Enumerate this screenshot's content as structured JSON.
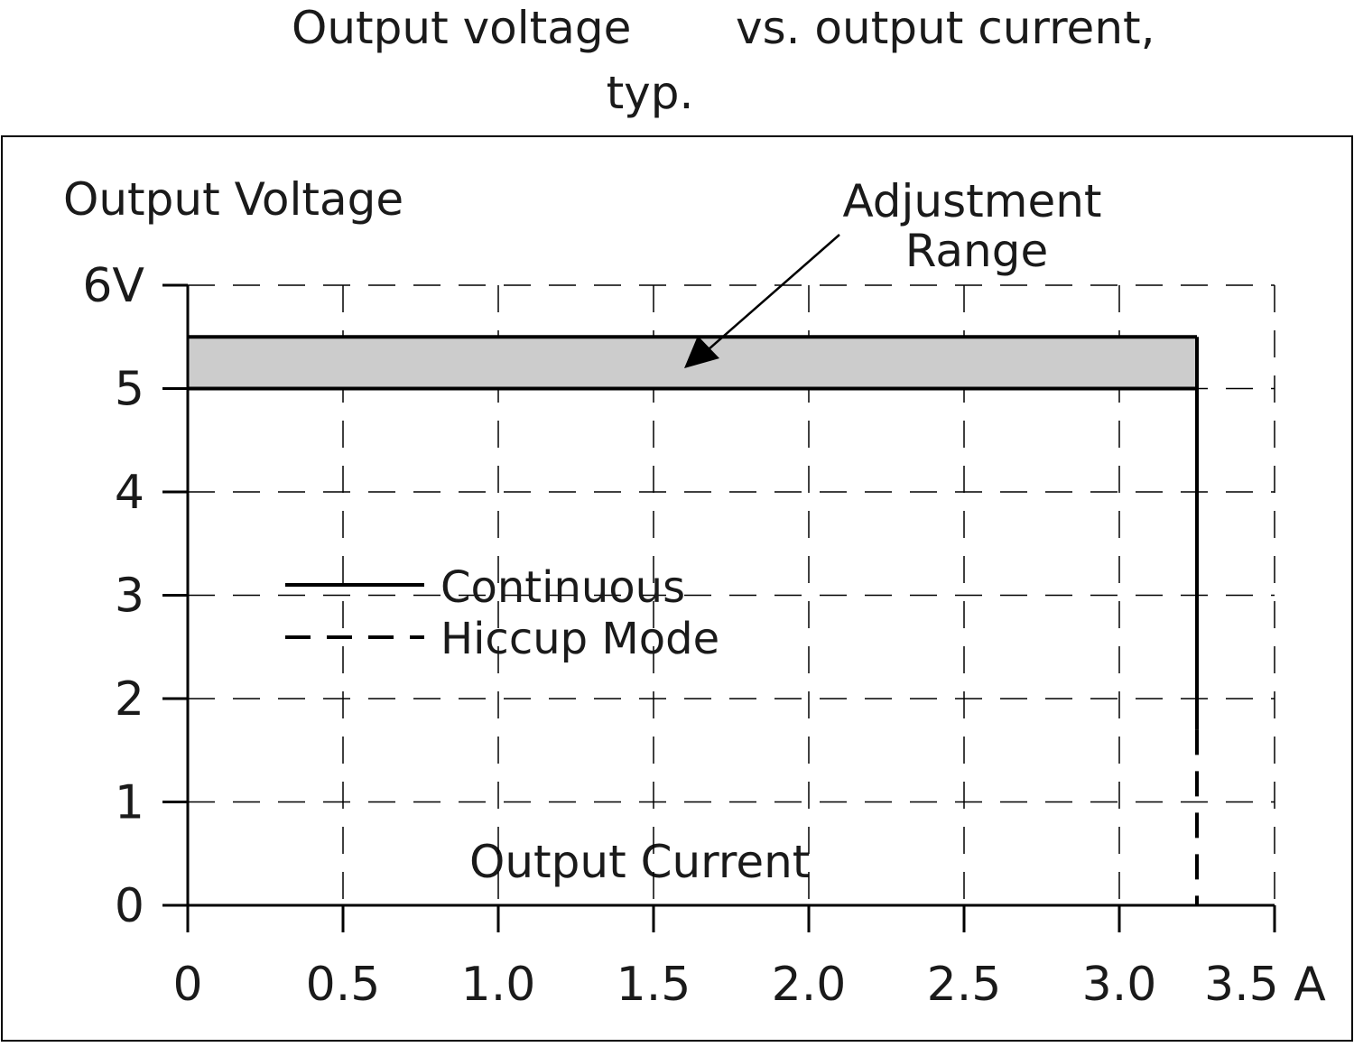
{
  "chart_data": {
    "type": "line",
    "title_line1_part1": "Output voltage",
    "title_line1_part2": "vs. output current,",
    "title_line2": "typ.",
    "ylabel": "Output Voltage",
    "xlabel": "Output Current",
    "x_unit": "A",
    "y_unit": "V",
    "xlim": [
      0,
      3.5
    ],
    "ylim": [
      0,
      6
    ],
    "x_ticks": [
      0,
      0.5,
      1.0,
      1.5,
      2.0,
      2.5,
      3.0,
      3.5
    ],
    "x_tick_labels": [
      "0",
      "0.5",
      "1.0",
      "1.5",
      "2.0",
      "2.5",
      "3.0",
      "3.5 A"
    ],
    "y_ticks": [
      0,
      1,
      2,
      3,
      4,
      5,
      6
    ],
    "y_tick_labels": [
      "0",
      "1",
      "2",
      "3",
      "4",
      "5",
      "6V"
    ],
    "grid": true,
    "adjustment_range": {
      "label_line1": "Adjustment",
      "label_line2": "Range",
      "x": [
        0,
        3.25
      ],
      "y_low": 5.0,
      "y_high": 5.5,
      "fill_color": "#cccccc"
    },
    "series": [
      {
        "name": "Continuous",
        "style": "solid",
        "x": [
          3.25,
          3.25
        ],
        "y": [
          5.0,
          1.7
        ]
      },
      {
        "name": "Hiccup Mode",
        "style": "dashed",
        "x": [
          3.25,
          3.25
        ],
        "y": [
          1.7,
          0
        ]
      }
    ],
    "legend": {
      "placement": "center-left",
      "items": [
        {
          "label": "Continuous",
          "style": "solid"
        },
        {
          "label": "Hiccup Mode",
          "style": "dashed"
        }
      ]
    },
    "colors": {
      "line": "#000000",
      "grid": "#000000",
      "band": "#cccccc"
    }
  }
}
